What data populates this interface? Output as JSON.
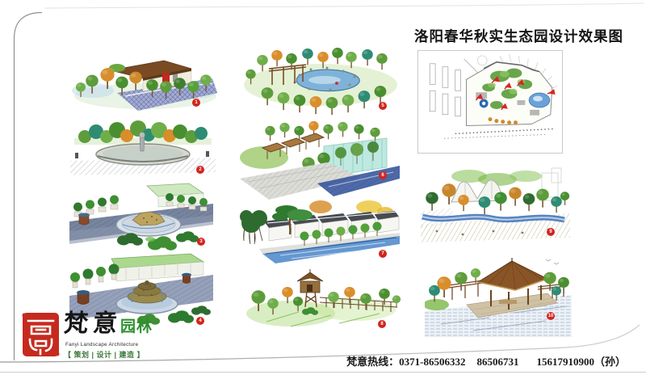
{
  "page": {
    "title": "洛阳春华秋实生态园设计效果图"
  },
  "logo": {
    "seal_text": "意",
    "brand_cn": "梵意",
    "brand_suffix": "园林",
    "brand_en": "Fanyi Landscape Architecture",
    "services": "【 策划 | 设计 | 建造 】"
  },
  "footer": {
    "hotline_label": "梵意热线：",
    "phone1": "0371-86506332",
    "phone2": "86506731",
    "phone3": "15617910900（孙）"
  },
  "markers": [
    {
      "label": "1"
    },
    {
      "label": "2"
    },
    {
      "label": "3"
    },
    {
      "label": "4"
    },
    {
      "label": "5"
    },
    {
      "label": "6"
    },
    {
      "label": "7"
    },
    {
      "label": "8"
    },
    {
      "label": "9"
    },
    {
      "label": "10"
    }
  ],
  "colors": {
    "accent_red": "#d2251e",
    "brand_green": "#2f8f2f",
    "seal_red": "#c62a1e",
    "water_blue": "#4a85c8",
    "foliage_green": "#5d9c3a",
    "foliage_orange": "#d98e2b"
  }
}
